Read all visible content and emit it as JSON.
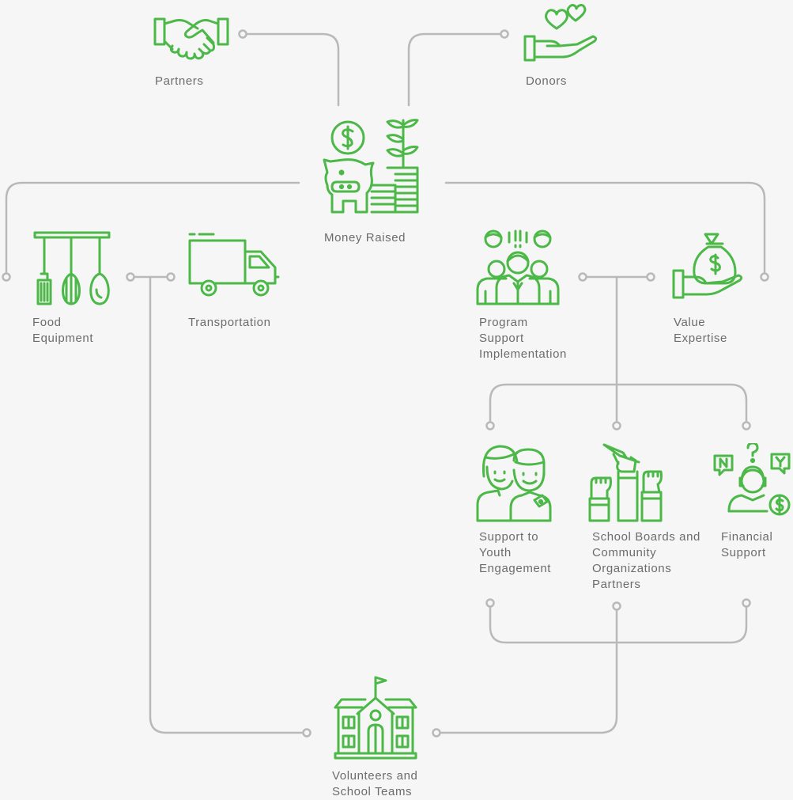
{
  "colors": {
    "accent": "#4cb848",
    "line": "#b9b9b9",
    "text": "#6c6c6c",
    "background": "#f6f6f6"
  },
  "nodes": {
    "partners": {
      "icon": "handshake-icon",
      "lines": [
        "Partners"
      ]
    },
    "donors": {
      "icon": "hand-hearts-icon",
      "lines": [
        "Donors"
      ]
    },
    "money_raised": {
      "icon": "piggy-bank-plant-icon",
      "lines": [
        "Money Raised"
      ]
    },
    "food_equipment": {
      "icon": "kitchen-utensils-icon",
      "lines": [
        "Food",
        "Equipment"
      ]
    },
    "transportation": {
      "icon": "truck-icon",
      "lines": [
        "Transportation"
      ]
    },
    "program_support": {
      "icon": "team-group-icon",
      "lines": [
        "Program",
        "Support",
        "Implementation"
      ]
    },
    "value_expertise": {
      "icon": "money-bag-hand-icon",
      "lines": [
        "Value",
        "Expertise"
      ]
    },
    "youth_engagement": {
      "icon": "two-people-icon",
      "lines": [
        "Support to",
        "Youth",
        "Engagement"
      ]
    },
    "school_boards": {
      "icon": "raised-fists-icon",
      "lines": [
        "School Boards and",
        "Community",
        "Organizations",
        "Partners"
      ]
    },
    "financial_support": {
      "icon": "decision-person-icon",
      "lines": [
        "Financial",
        "Support"
      ]
    },
    "volunteers": {
      "icon": "school-building-icon",
      "lines": [
        "Volunteers and",
        "School Teams"
      ]
    }
  }
}
